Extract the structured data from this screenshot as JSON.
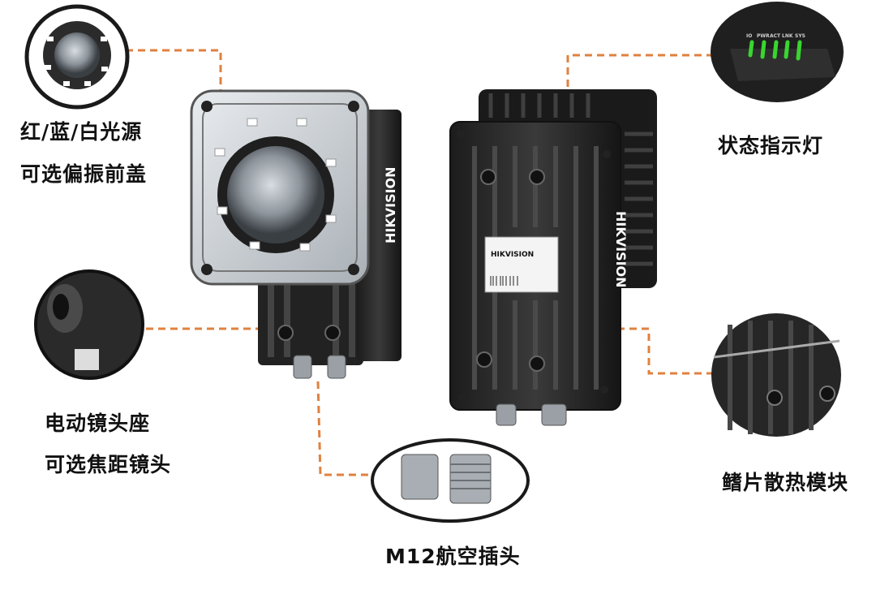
{
  "brand": "HIKVISION",
  "accent_color": "#e0813f",
  "callouts": {
    "light_source": {
      "line1": "红/蓝/白光源",
      "line2": "可选偏振前盖"
    },
    "lens_mount": {
      "line1": "电动镜头座",
      "line2": "可选焦距镜头"
    },
    "connector": {
      "line1": "M12航空插头"
    },
    "status_led": {
      "line1": "状态指示灯"
    },
    "heatsink": {
      "line1": "鳍片散热模块"
    }
  },
  "led_labels": [
    "IO",
    "PWR",
    "ACT",
    "LNK",
    "SYS"
  ],
  "led_color": "#39d62f"
}
